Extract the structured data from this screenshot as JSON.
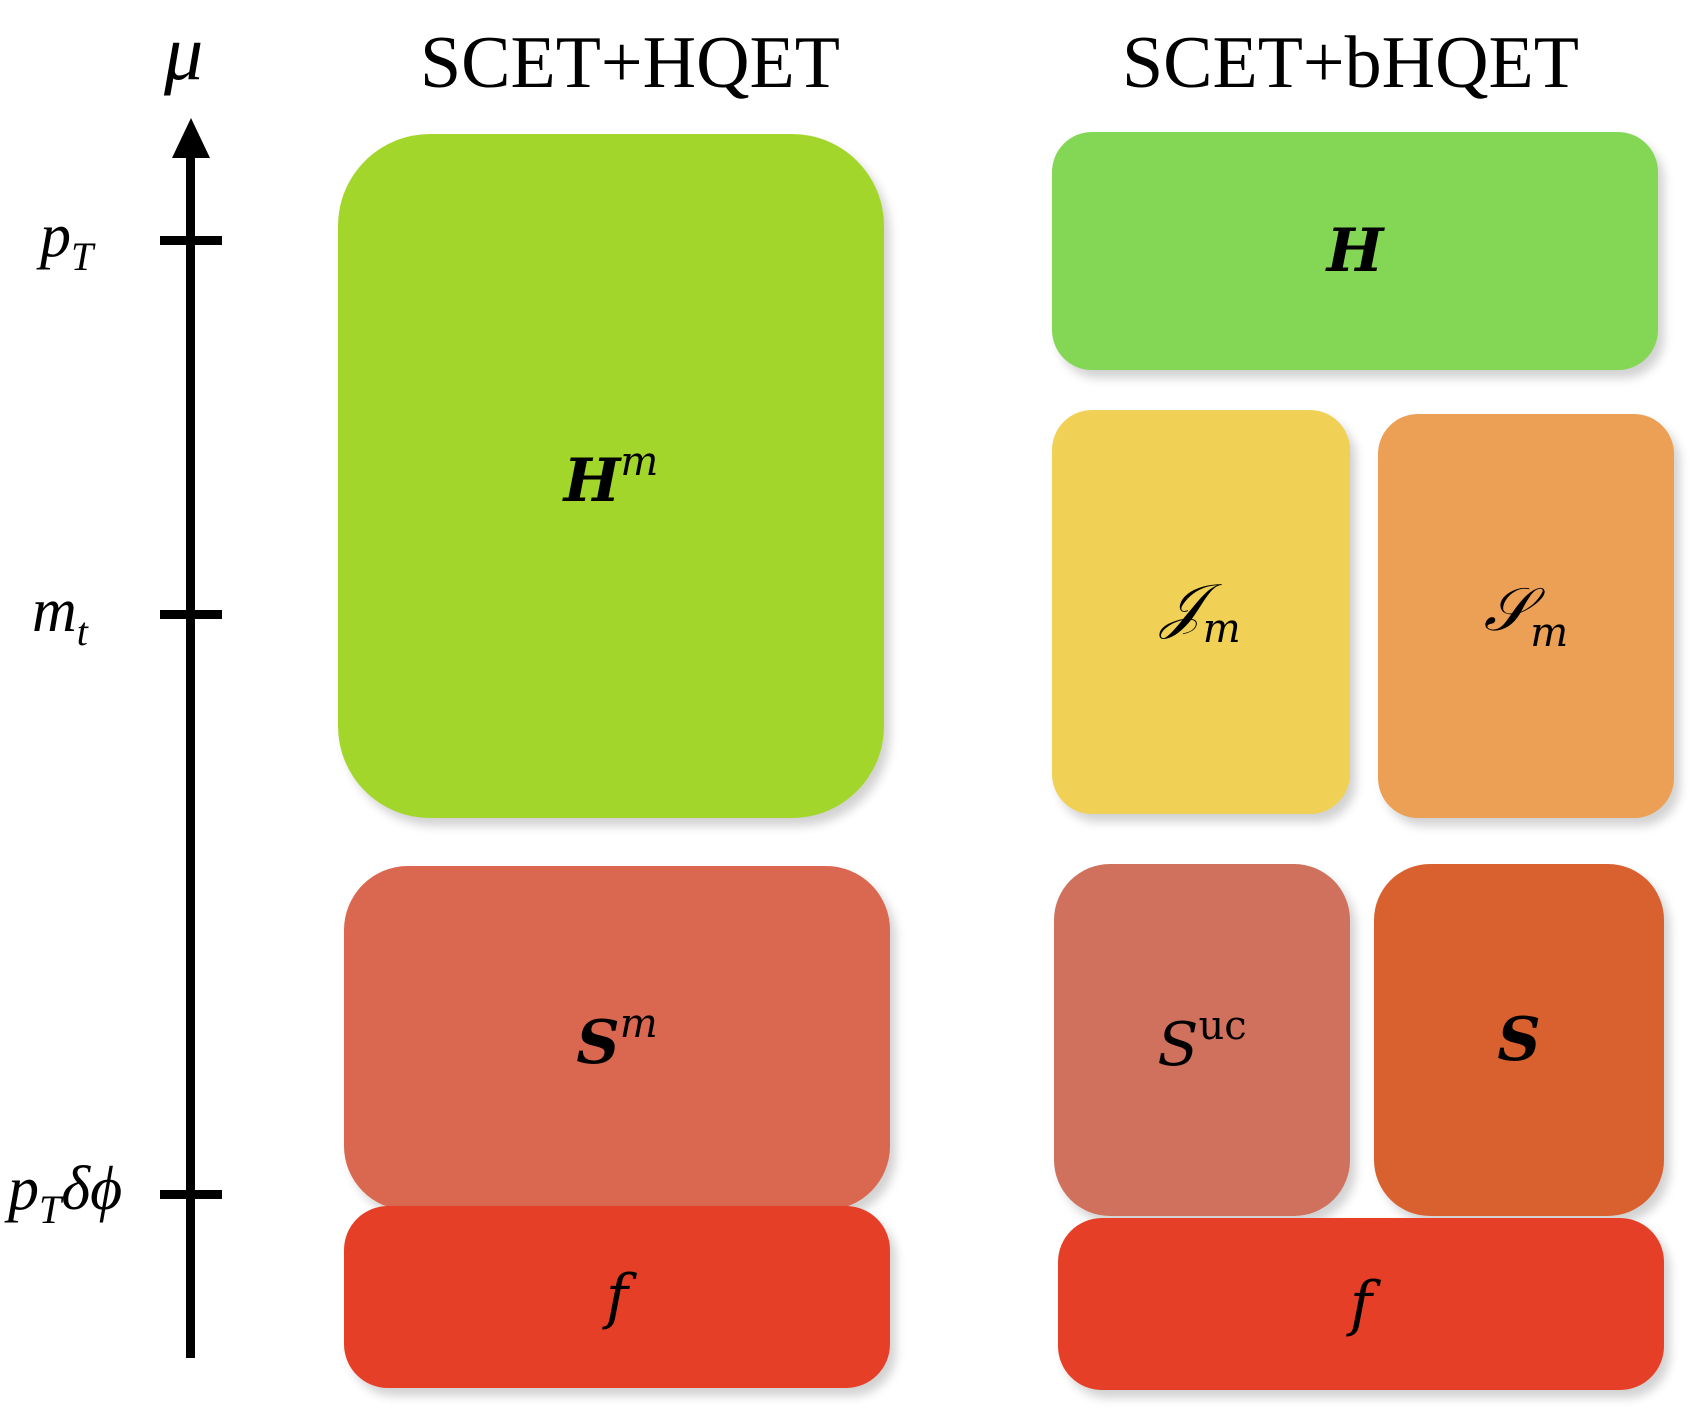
{
  "titles": {
    "left": "SCET+HQET",
    "right": "SCET+bHQET"
  },
  "axis": {
    "label": "μ",
    "ticks": [
      {
        "base": "p",
        "sub": "T",
        "rest": ""
      },
      {
        "base": "m",
        "sub": "t",
        "rest": ""
      },
      {
        "base": "p",
        "sub": "T",
        "rest": "δϕ"
      }
    ]
  },
  "boxes": {
    "left": [
      {
        "base": "H",
        "sup": "m",
        "color": "#a3d62a"
      },
      {
        "base": "S",
        "sup": "m",
        "color": "#da674f"
      },
      {
        "base": "f",
        "color": "#e63f27"
      }
    ],
    "right": [
      {
        "base": "H",
        "color": "#84d655"
      },
      {
        "base": "𝒥",
        "sub": "m",
        "color": "#f0d155"
      },
      {
        "base": "𝒮",
        "sub": "m",
        "color": "#eba055"
      },
      {
        "base": "S",
        "sup": "uc",
        "color": "#cf715c"
      },
      {
        "base": "S",
        "color": "#d9612f"
      },
      {
        "base": "f",
        "color": "#e63f27"
      }
    ]
  }
}
